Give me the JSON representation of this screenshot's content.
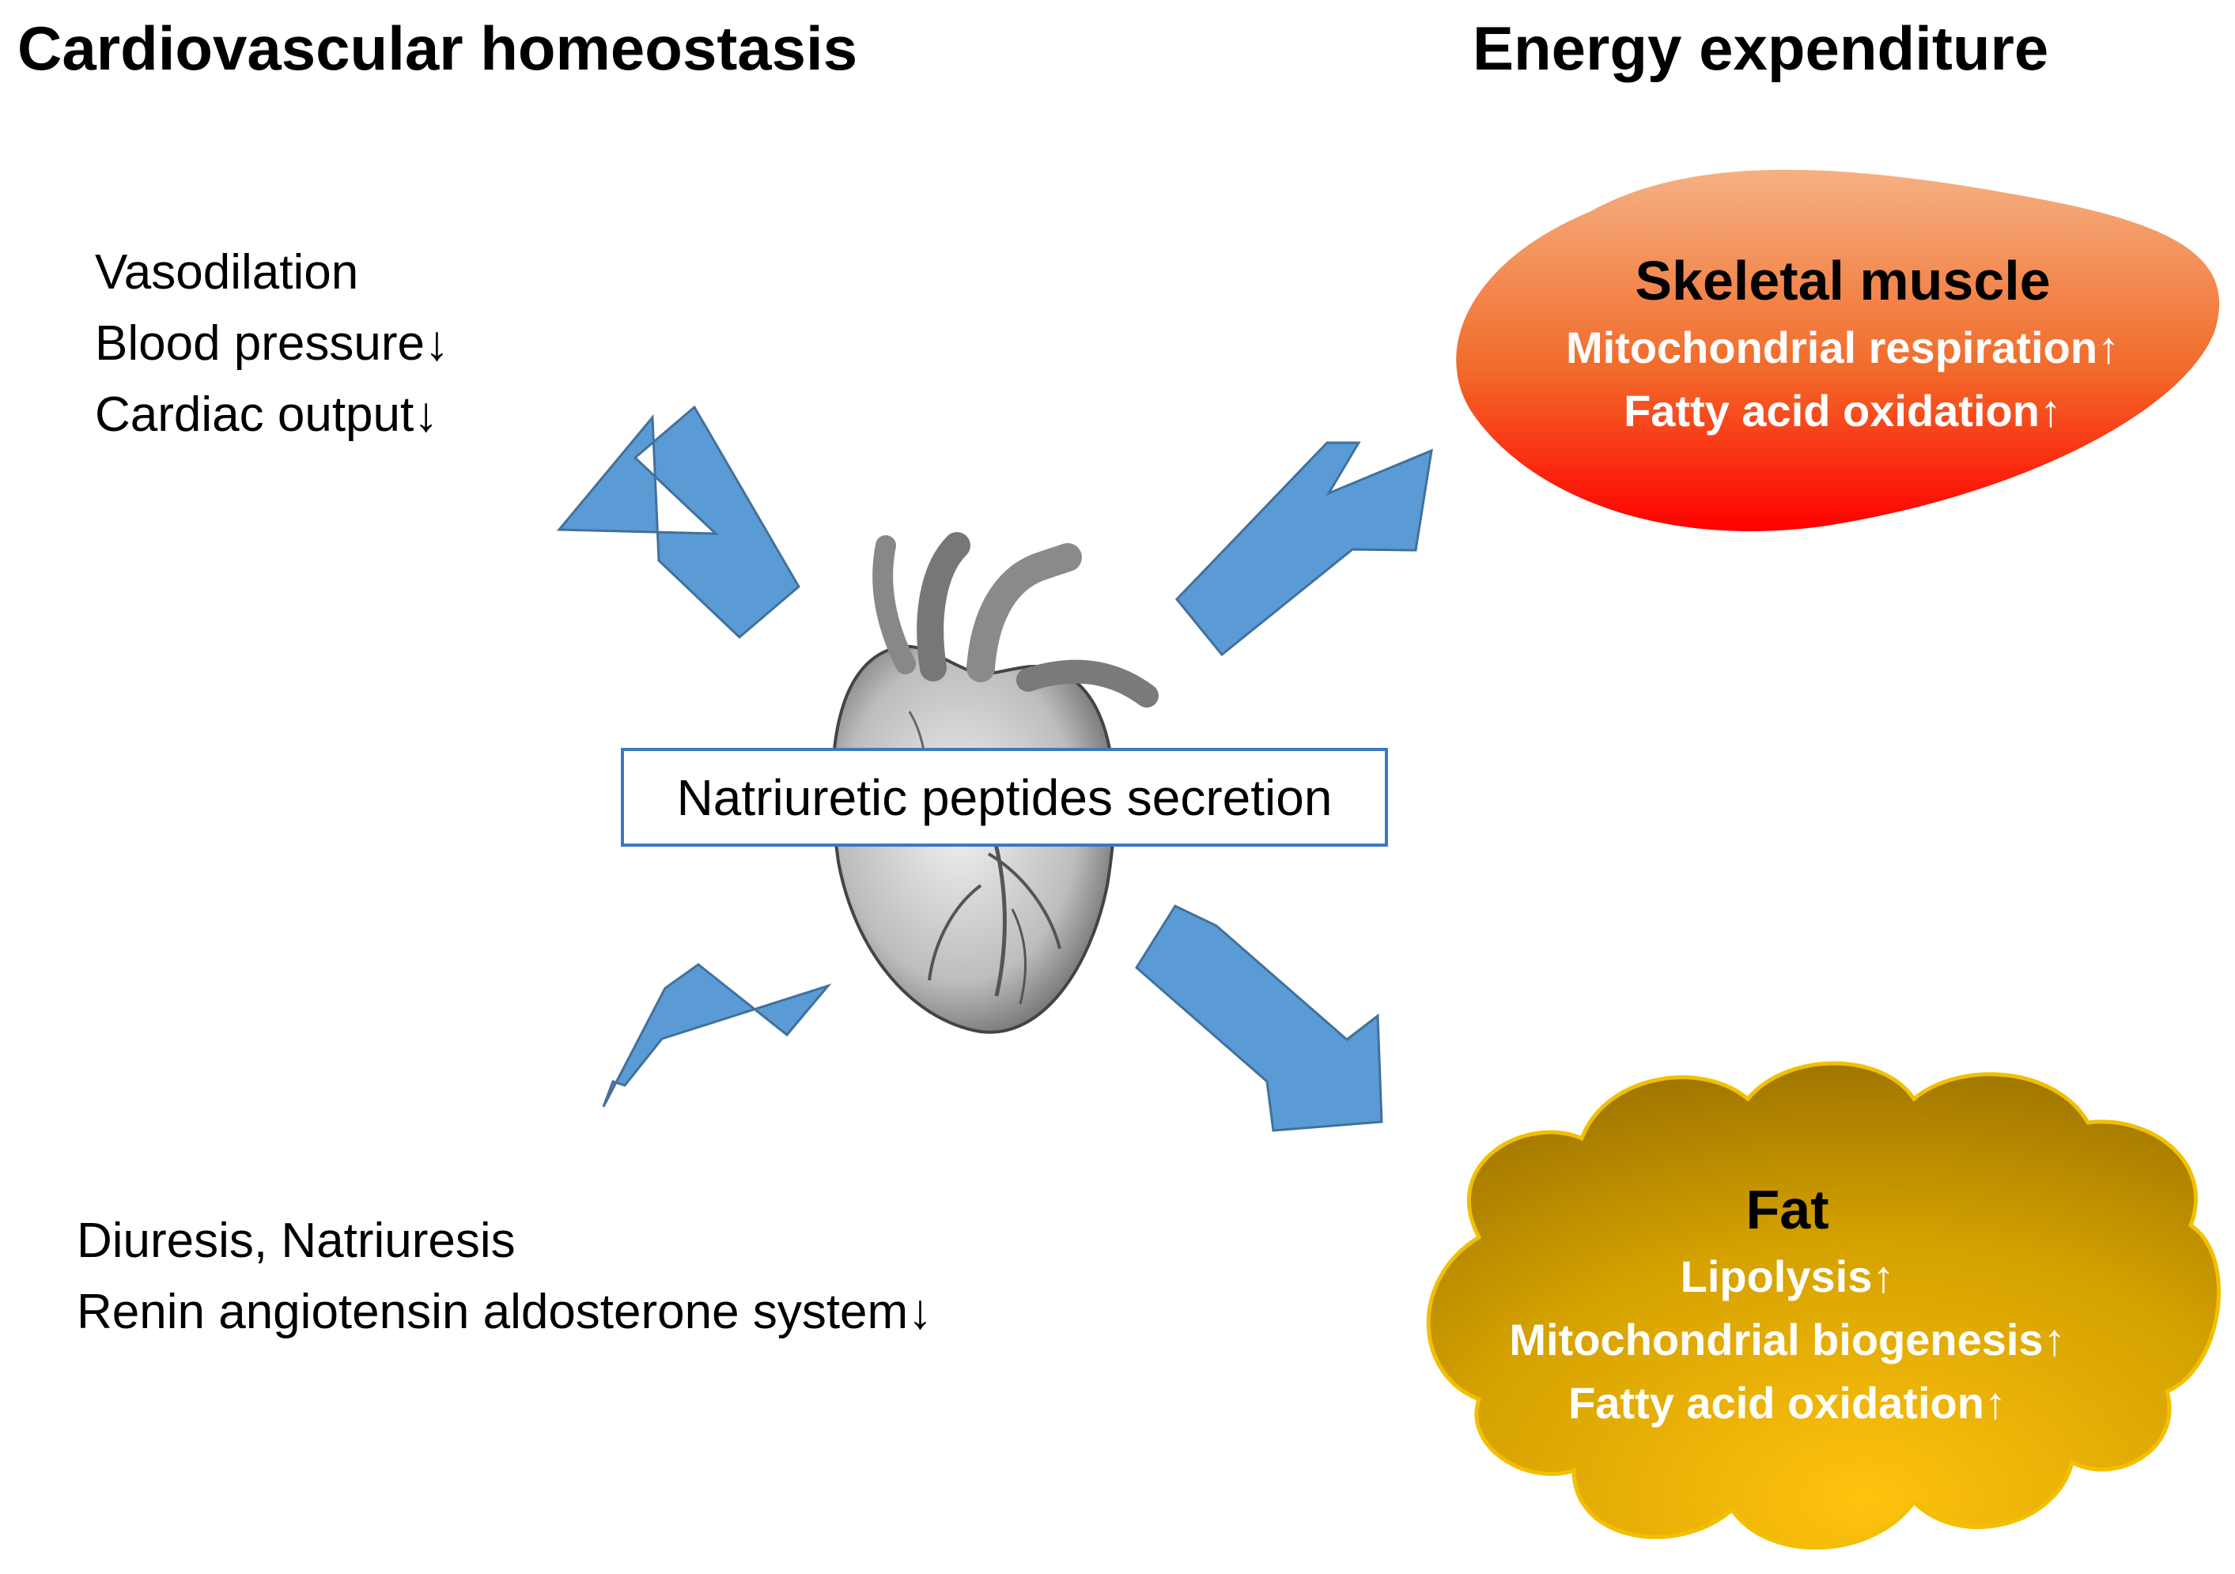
{
  "headings": {
    "left": "Cardiovascular homeostasis",
    "right": "Energy expenditure"
  },
  "cardiovascular": {
    "items": [
      "Vasodilation",
      "Blood pressure↓",
      "Cardiac output↓"
    ]
  },
  "renal": {
    "items": [
      "Diuresis, Natriuresis",
      "Renin angiotensin aldosterone system↓"
    ]
  },
  "center": {
    "label": "Natriuretic peptides secretion"
  },
  "skeletal_muscle": {
    "title": "Skeletal muscle",
    "items": [
      "Mitochondrial respiration↑",
      "Fatty acid oxidation↑"
    ]
  },
  "fat": {
    "title": "Fat",
    "items": [
      "Lipolysis↑",
      "Mitochondrial biogenesis↑",
      "Fatty acid oxidation↑"
    ]
  },
  "colors": {
    "arrow": "#5b9bd5",
    "box_border": "#3a78c3",
    "muscle_top": "#f4b183",
    "muscle_bottom": "#ff0000",
    "fat_light": "#ffc000",
    "fat_dark": "#a87c00"
  },
  "icons": {
    "heart": "anatomical-heart-icon"
  }
}
